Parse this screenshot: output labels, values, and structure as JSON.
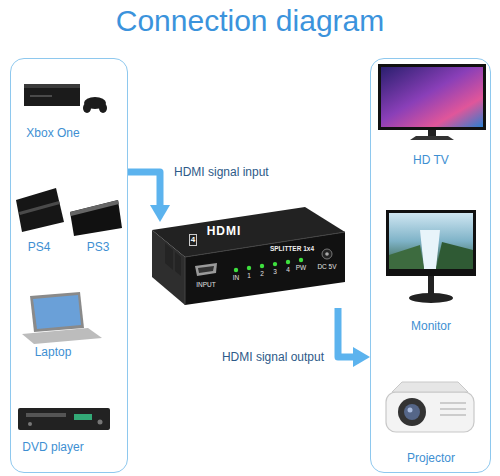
{
  "diagram": {
    "title": "Connection diagram",
    "nodes": [
      {
        "text": [
          "Xbox One",
          "PS4",
          "PS3",
          "Laptop",
          "DVD player"
        ]
      },
      {
        "text": [
          "HD TV",
          "Monitor",
          "Projector"
        ]
      },
      {
        "text": [
          "4",
          "HDMI",
          "SPLITTER 1x4",
          "INPUT",
          "IN",
          "1",
          "2",
          "3",
          "4",
          "PW",
          "DC 5V"
        ]
      }
    ],
    "edges": [
      {
        "from": 0,
        "to": 2,
        "label": "HDMI signal input",
        "arrow": "to"
      },
      {
        "from": 2,
        "to": 1,
        "label": "HDMI signal output",
        "arrow": "to"
      }
    ]
  }
}
